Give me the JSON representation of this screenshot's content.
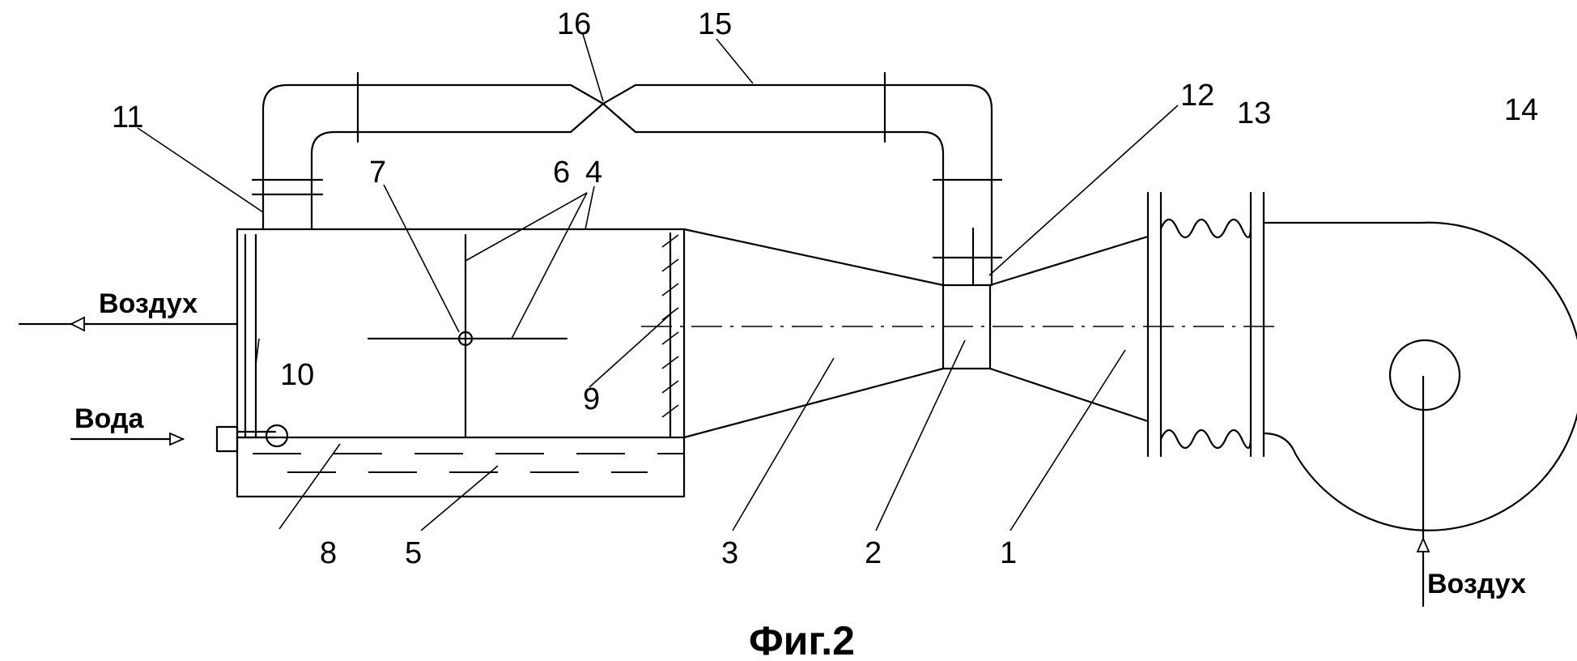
{
  "figure_caption": "Фиг.2",
  "flow_labels": {
    "air_out": "Воздух",
    "water_in": "Вода",
    "air_in": "Воздух"
  },
  "part_numbers": [
    "1",
    "2",
    "3",
    "4",
    "5",
    "6",
    "7",
    "8",
    "9",
    "10",
    "11",
    "12",
    "13",
    "14",
    "15",
    "16"
  ]
}
